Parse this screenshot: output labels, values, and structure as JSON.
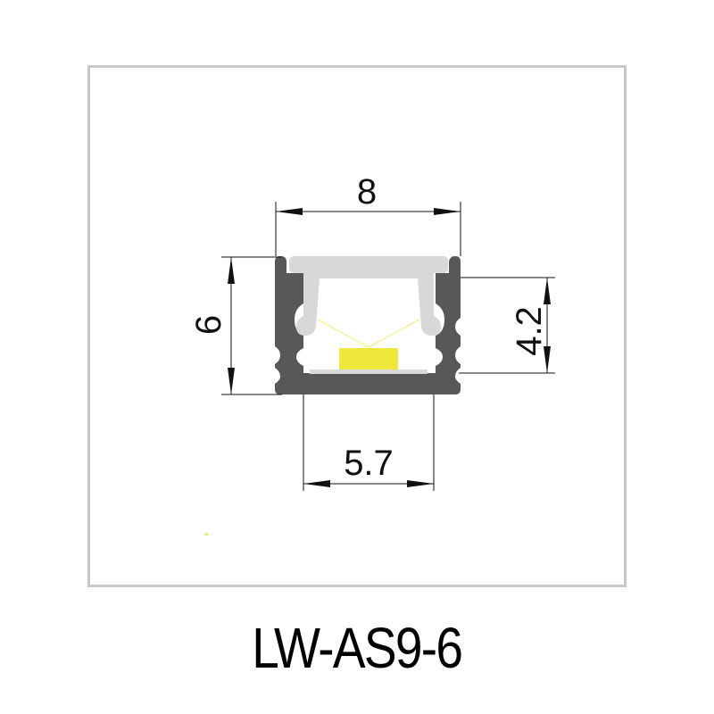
{
  "drawing": {
    "title": "LW-AS9-6",
    "dimensions": {
      "overall_width": "8",
      "overall_height": "6",
      "inner_height": "4.2",
      "inner_width": "5.7"
    },
    "colors": {
      "frame_border": "#c8c8c8",
      "profile_body": "#58585a",
      "diffuser_cover": "#d8d8d8",
      "led_chip": "#ede83a",
      "light_rays": "#f2ee7a",
      "pcb_strip": "#d9d9d9",
      "dimension_lines": "#111111"
    },
    "components": [
      "aluminum-profile",
      "diffuser-cover",
      "led-chip",
      "led-strip-pcb",
      "light-rays"
    ]
  }
}
